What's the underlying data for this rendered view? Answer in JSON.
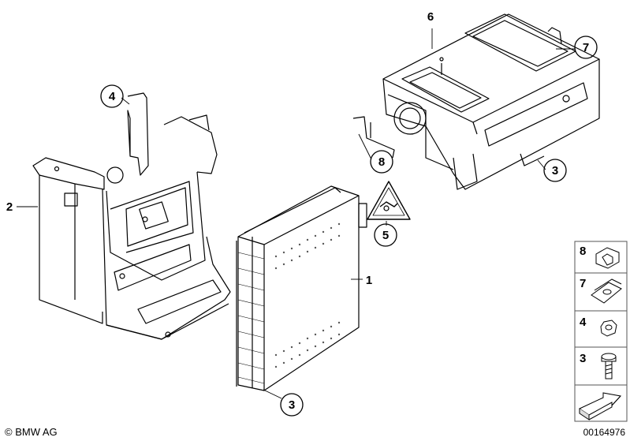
{
  "callouts": {
    "c1": "1",
    "c2": "2",
    "c3a": "3",
    "c3b": "3",
    "c4": "4",
    "c5": "5",
    "c6": "6",
    "c7": "7",
    "c8": "8"
  },
  "legend": [
    {
      "num": "8",
      "icon": "clip-icon"
    },
    {
      "num": "7",
      "icon": "spring-nut-icon"
    },
    {
      "num": "4",
      "icon": "hex-nut-icon"
    },
    {
      "num": "3",
      "icon": "bolt-icon"
    }
  ],
  "footer": {
    "copyright": "© BMW AG",
    "doc_number": "00164976"
  }
}
